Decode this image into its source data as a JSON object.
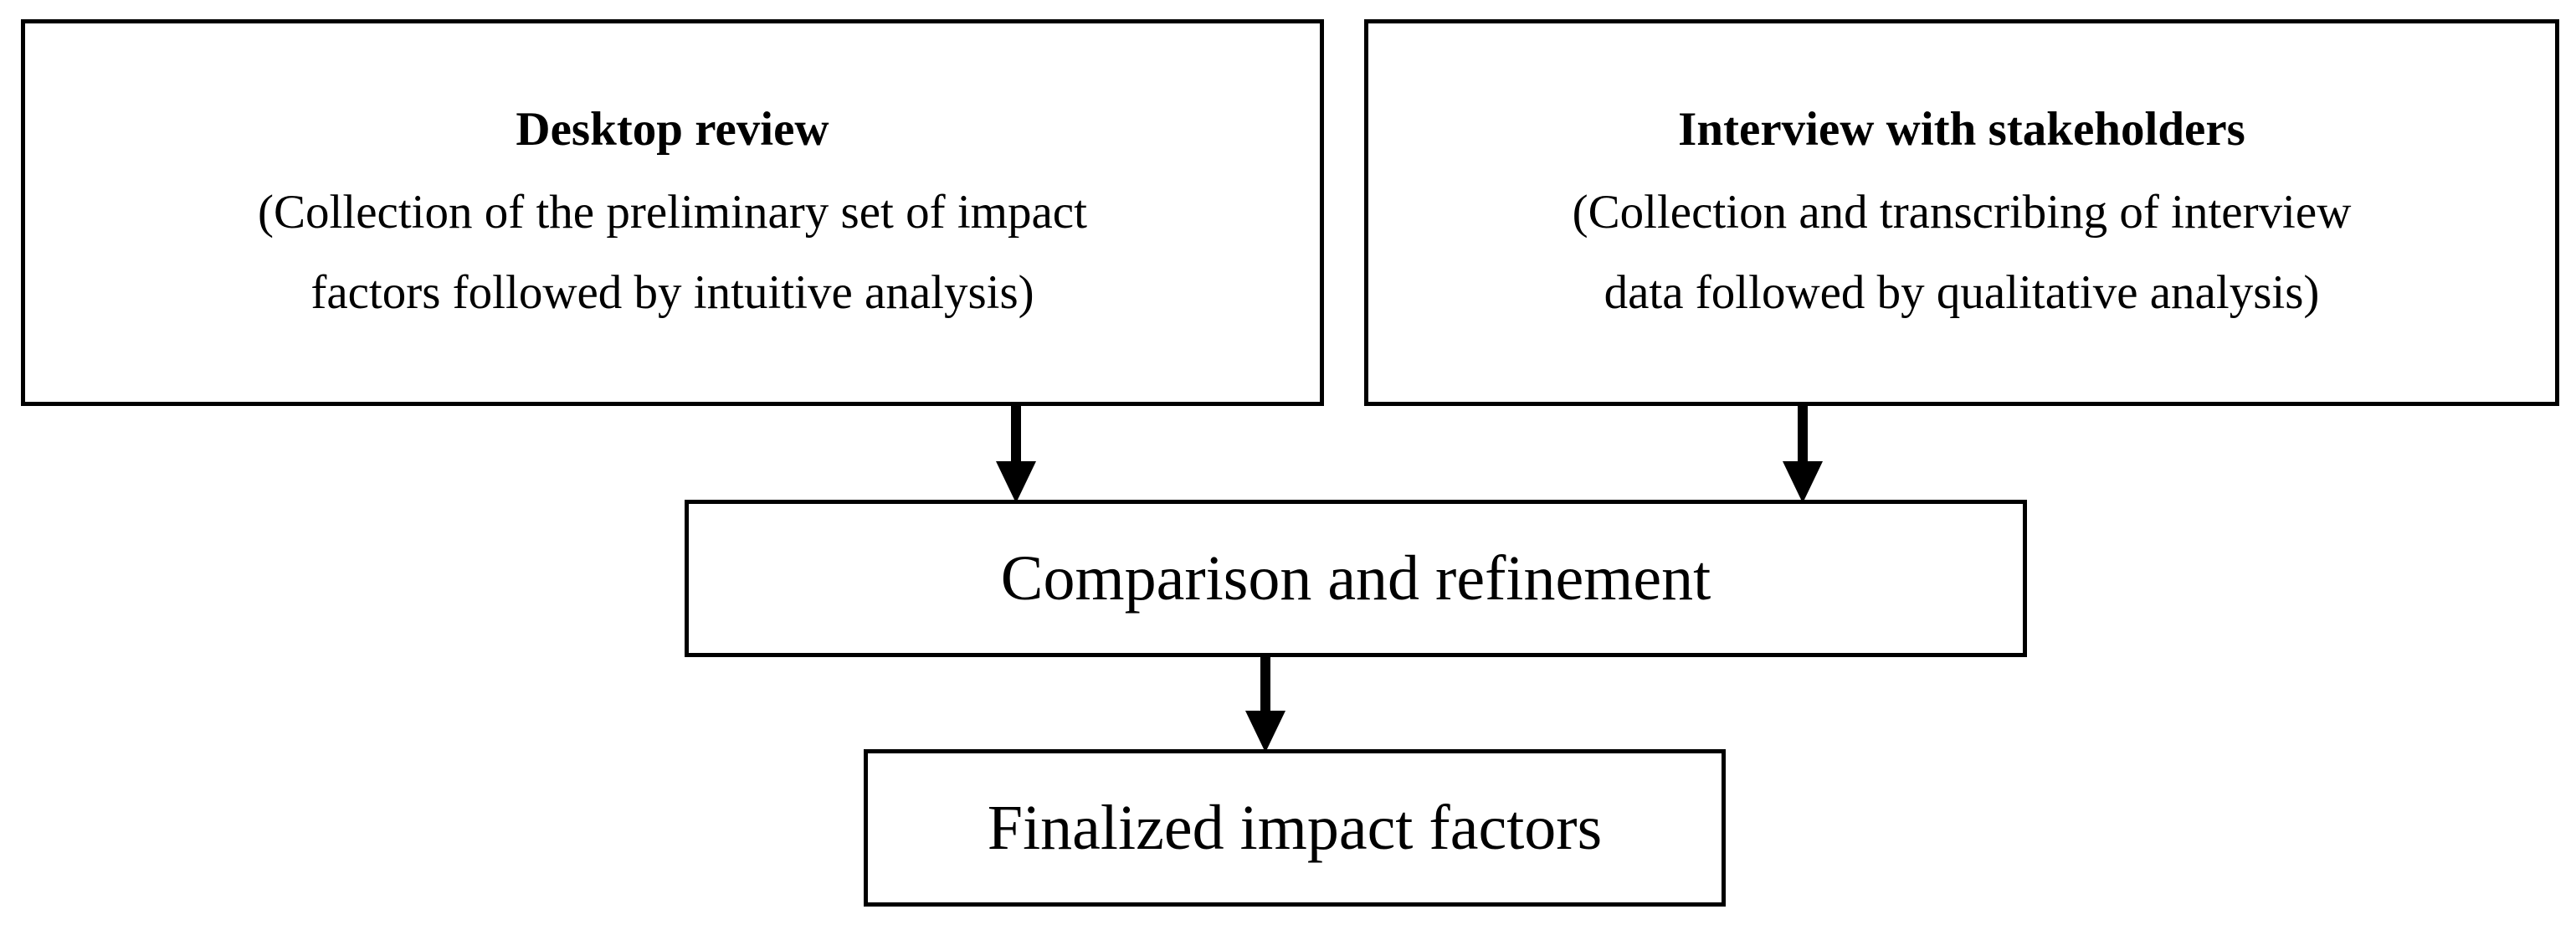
{
  "diagram": {
    "type": "flowchart",
    "orientation": "top-down",
    "background_color": "#ffffff",
    "line_color": "#000000",
    "text_color": "#000000",
    "nodes": [
      {
        "id": "desktop-review",
        "title": "Desktop review",
        "lines": [
          "(Collection of the preliminary set of impact",
          "factors followed by intuitive analysis)"
        ]
      },
      {
        "id": "interview-with-stakeholders",
        "title": "Interview with stakeholders",
        "lines": [
          "(Collection and transcribing of interview",
          "data followed by qualitative analysis)"
        ]
      },
      {
        "id": "comparison-and-refinement",
        "label": "Comparison and refinement"
      },
      {
        "id": "finalized-impact-factors",
        "label": "Finalized impact factors"
      }
    ],
    "edges": [
      {
        "id": "edge-desktop-to-comparison",
        "from": "desktop-review",
        "to": "comparison-and-refinement",
        "style": "solid-arrow-down"
      },
      {
        "id": "edge-interview-to-comparison",
        "from": "interview-with-stakeholders",
        "to": "comparison-and-refinement",
        "style": "solid-arrow-down"
      },
      {
        "id": "edge-comparison-to-finalized",
        "from": "comparison-and-refinement",
        "to": "finalized-impact-factors",
        "style": "solid-arrow-down"
      }
    ]
  }
}
